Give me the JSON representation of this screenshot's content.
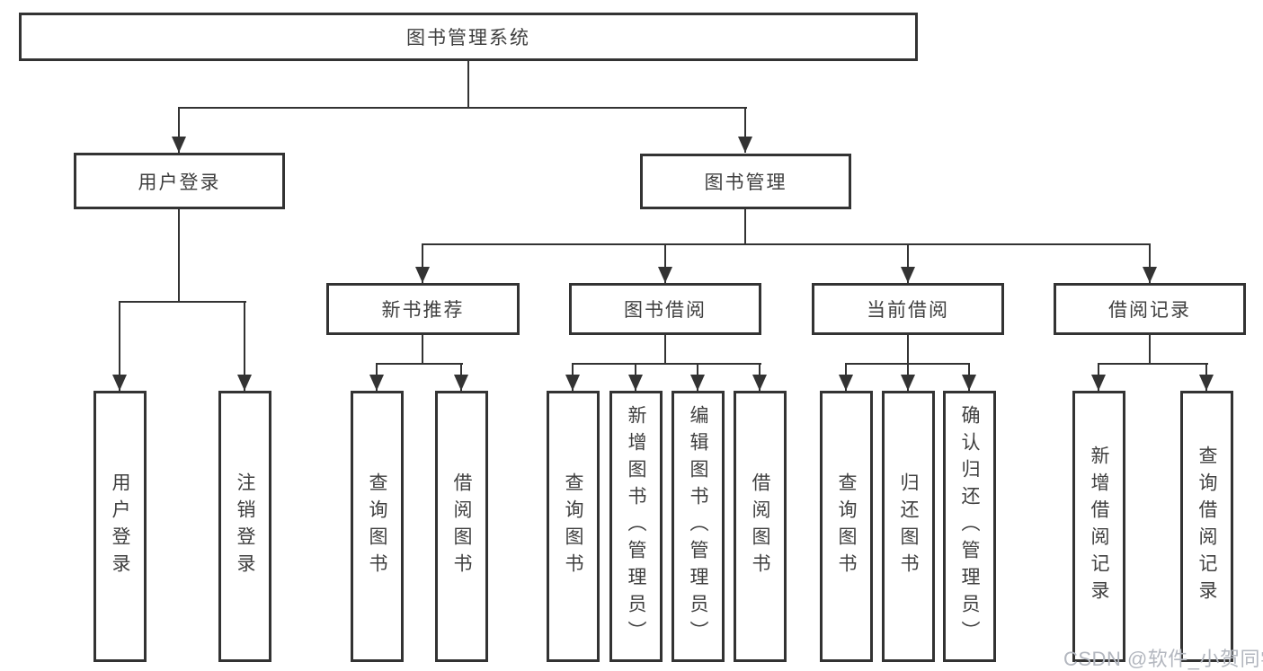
{
  "colors": {
    "border": "#333333",
    "line": "#333333",
    "text": "#3f3f3f",
    "watermark": "#b3b7bf"
  },
  "watermark": {
    "text": "CSDN @软件_小贺同学"
  },
  "tree": {
    "root": {
      "label": "图书管理系统"
    },
    "branches": [
      {
        "label": "用户登录",
        "children": [
          {
            "label": "用户登录"
          },
          {
            "label": "注销登录"
          }
        ]
      },
      {
        "label": "图书管理",
        "children": [
          {
            "label": "新书推荐",
            "children": [
              {
                "label": "查询图书"
              },
              {
                "label": "借阅图书"
              }
            ]
          },
          {
            "label": "图书借阅",
            "children": [
              {
                "label": "查询图书"
              },
              {
                "label": "新增图书（管理员）"
              },
              {
                "label": "编辑图书（管理员）"
              },
              {
                "label": "借阅图书"
              }
            ]
          },
          {
            "label": "当前借阅",
            "children": [
              {
                "label": "查询图书"
              },
              {
                "label": "归还图书"
              },
              {
                "label": "确认归还（管理员）"
              }
            ]
          },
          {
            "label": "借阅记录",
            "children": [
              {
                "label": "新增借阅记录"
              },
              {
                "label": "查询借阅记录"
              }
            ]
          }
        ]
      }
    ]
  }
}
